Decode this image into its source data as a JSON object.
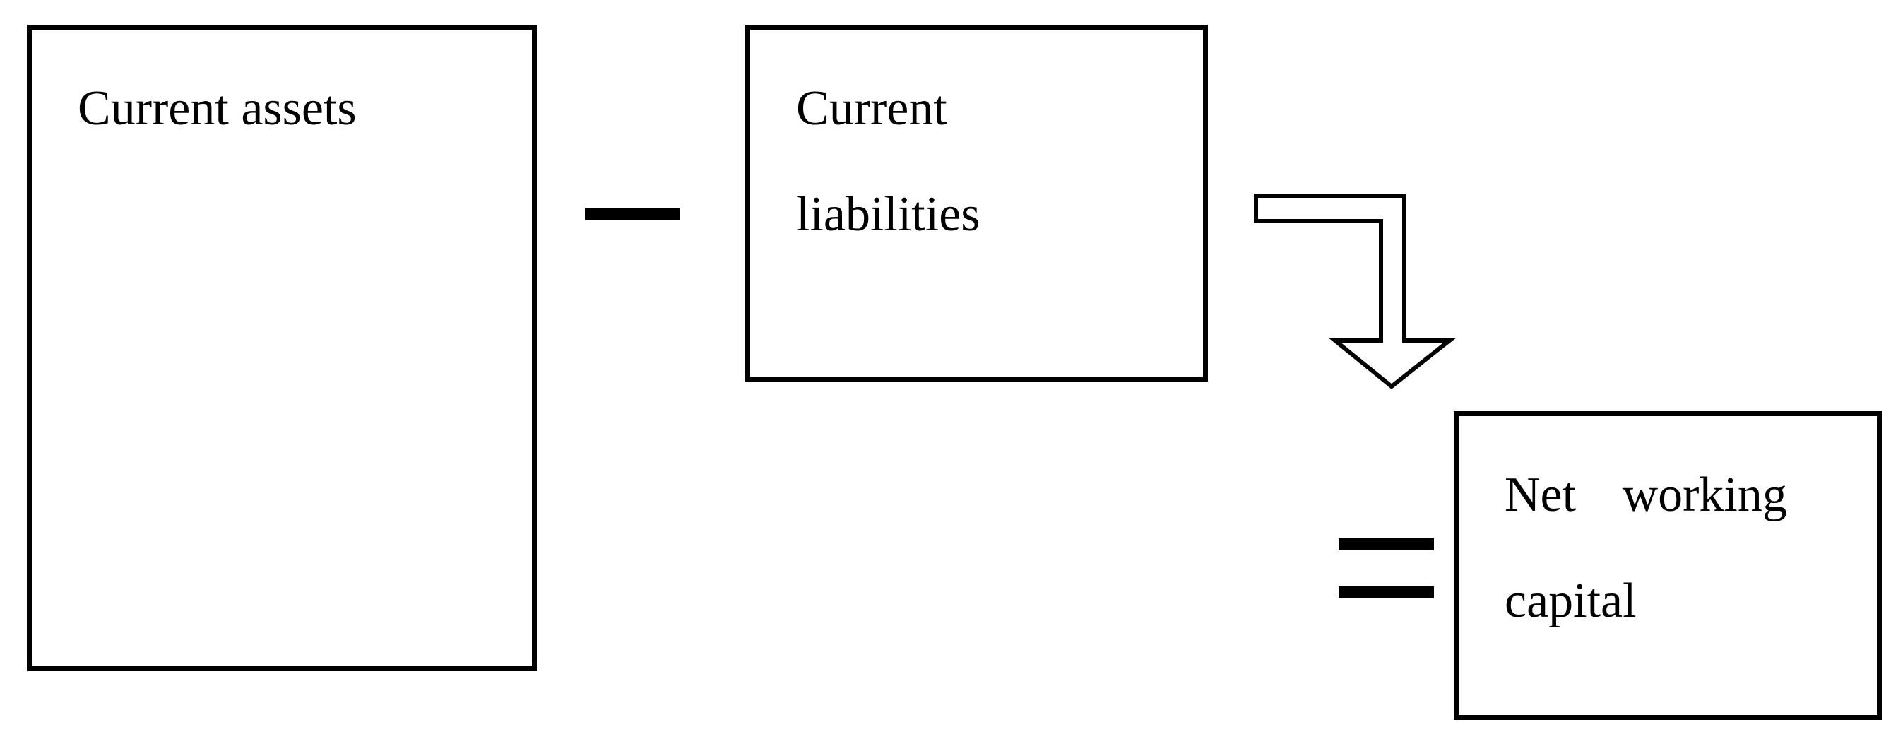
{
  "colors": {
    "ink": "#000000",
    "background": "#ffffff"
  },
  "boxes": {
    "current_assets": {
      "label": "Current assets"
    },
    "current_liabilities": {
      "line1": "Current",
      "line2": "liabilities"
    },
    "net_working_capital": {
      "line1": "Net working",
      "line2": "capital"
    }
  },
  "operators": {
    "minus": "−",
    "equals": "="
  },
  "arrow": {
    "type": "elbow-down-arrow",
    "from": "current_liabilities",
    "to": "net_working_capital"
  }
}
